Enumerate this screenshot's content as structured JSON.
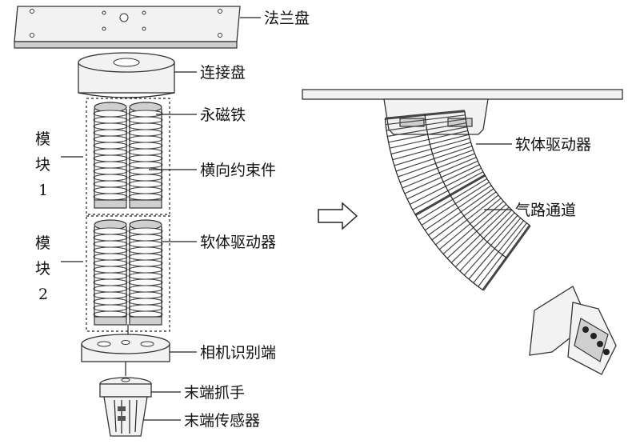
{
  "labels": {
    "flange": "法兰盘",
    "connector": "连接盘",
    "magnet": "永磁铁",
    "constraint": "横向约束件",
    "actuator_left": "软体驱动器",
    "camera_end": "相机识别端",
    "gripper": "末端抓手",
    "sensor": "末端传感器",
    "actuator_right": "软体驱动器",
    "air_channel": "气路通道"
  },
  "modules": [
    {
      "word1": "模",
      "word2": "块",
      "num": "1"
    },
    {
      "word1": "模",
      "word2": "块",
      "num": "2"
    }
  ],
  "arrow_icon": "hollow-right-arrow"
}
